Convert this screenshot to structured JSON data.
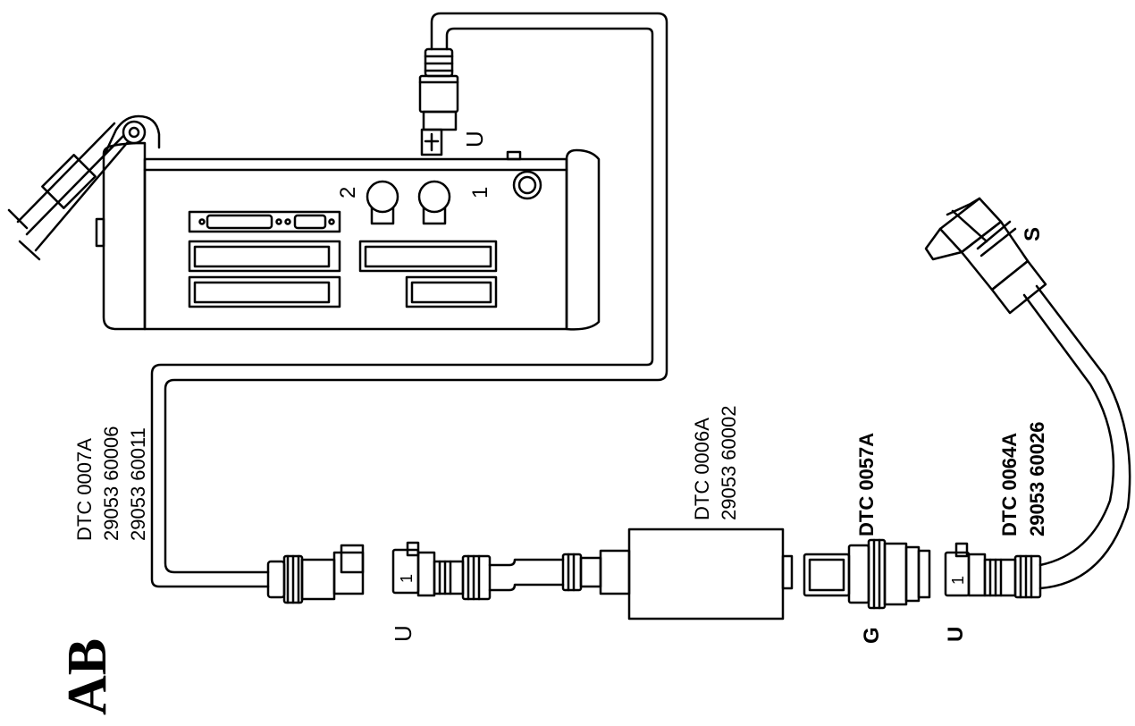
{
  "logo": {
    "text": "AB"
  },
  "labels": {
    "cable_0007": {
      "line1": "DTC 0007A",
      "line2": "29053 60006",
      "line3": "29053 60011"
    },
    "module_0006": {
      "line1": "DTC 0006A",
      "line2": "29053 60002"
    },
    "adapter_0057": {
      "line1": "DTC 0057A"
    },
    "cable_0064": {
      "line1": "DTC 0064A",
      "line2": "29053 60026"
    }
  },
  "port_numbers": {
    "port1": "1",
    "port2": "2"
  },
  "connector_letters": {
    "top": "U",
    "bottom_left": "U",
    "bottom_g": "G",
    "bottom_right": "U",
    "obd": "S"
  },
  "connector_digits": {
    "left": "1",
    "right": "1"
  },
  "colors": {
    "line": "#000000",
    "background": "#ffffff"
  }
}
